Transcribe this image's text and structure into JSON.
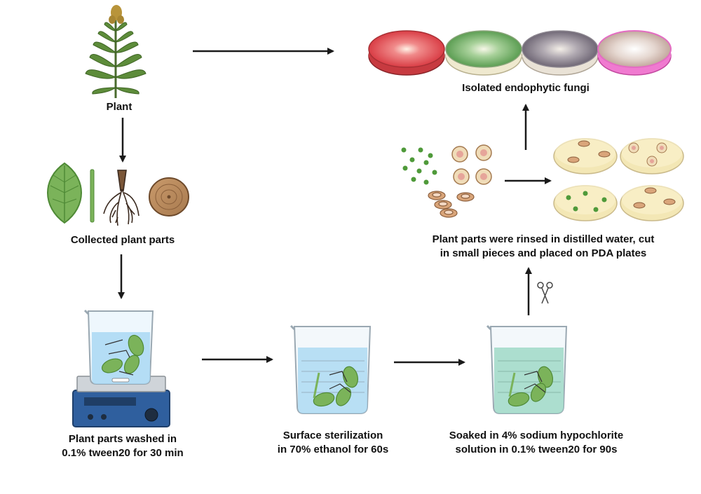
{
  "labels": {
    "plant": "Plant",
    "collected": "Collected plant parts",
    "washed_line1": "Plant parts washed in",
    "washed_line2": "0.1% tween20 for 30 min",
    "sterilization_line1": "Surface sterilization",
    "sterilization_line2": "in 70% ethanol for 60s",
    "soaked_line1": "Soaked in 4% sodium hypochlorite",
    "soaked_line2": "solution in 0.1% tween20 for 90s",
    "rinsed_line1": "Plant parts were rinsed in distilled water, cut",
    "rinsed_line2": "in small pieces and placed on PDA plates",
    "isolated": "Isolated endophytic fungi"
  },
  "colors": {
    "arrow": "#1a1a1a",
    "leaf": "#7bb35a",
    "leaf_dark": "#4f8a36",
    "water_blue": "#a9d8f3",
    "water_green": "#9fd9c7",
    "pda_plate": "#f3e7b5",
    "fungus_red": "#e0474c",
    "fungus_green": "#6aaa62",
    "fungus_grey": "#8d8790",
    "fungus_pink": "#f07ad0",
    "stirrer": "#2f5f9e"
  },
  "icons": [
    "plant-icon",
    "leaf-icon",
    "stem-icon",
    "root-icon",
    "wood-slice-icon",
    "beaker-icon",
    "stirrer-icon",
    "scissors-icon",
    "petri-dish-icon",
    "spores-icon"
  ]
}
